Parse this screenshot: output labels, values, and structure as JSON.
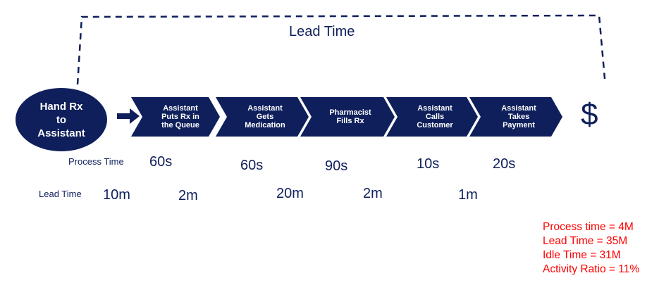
{
  "title": "Lead Time",
  "start_step": "Hand Rx\nto\nAssistant",
  "steps": [
    {
      "label": "Assistant\nPuts Rx in\nthe Queue"
    },
    {
      "label": "Assistant\nGets\nMedication"
    },
    {
      "label": "Pharmacist\nFills Rx"
    },
    {
      "label": "Assistant\nCalls\nCustomer"
    },
    {
      "label": "Assistant\nTakes\nPayment"
    }
  ],
  "end_symbol": "$",
  "process_time": {
    "label": "Process Time",
    "values": [
      "60s",
      "60s",
      "90s",
      "10s",
      "20s"
    ]
  },
  "lead_time": {
    "label": "Lead Time",
    "values": [
      "10m",
      "2m",
      "20m",
      "2m",
      "1m"
    ]
  },
  "summary": [
    "Process time = 4M",
    "Lead Time =  35M",
    "Idle Time = 31M",
    "Activity Ratio = 11%"
  ],
  "colors": {
    "primary": "#0e1f5b",
    "highlight": "#ff0000"
  }
}
